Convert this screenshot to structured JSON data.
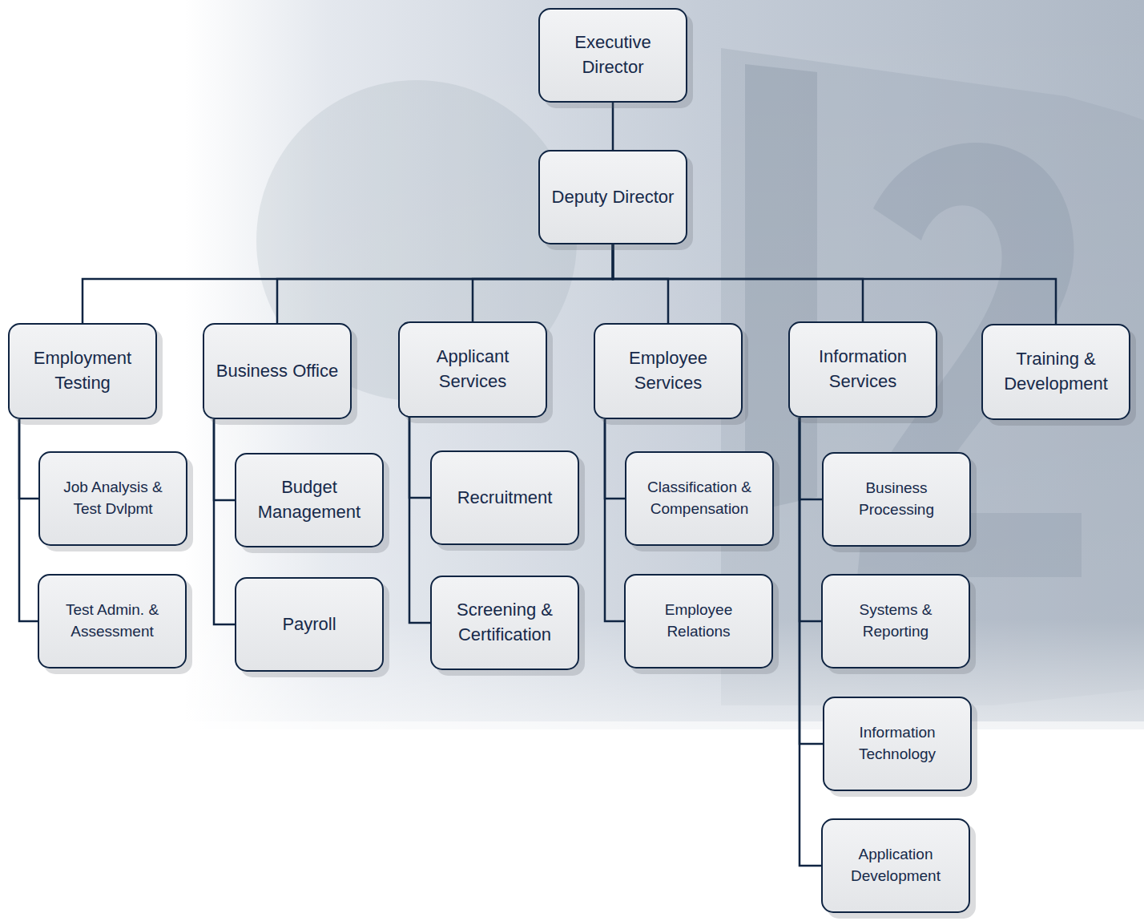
{
  "diagram": {
    "nodes": [
      {
        "text": [
          "Executive Director"
        ]
      },
      {
        "text": [
          "Deputy Director"
        ]
      },
      {
        "text": [
          "Employment Testing"
        ]
      },
      {
        "text": [
          "Job Analysis & Test Dvlpmt"
        ]
      },
      {
        "text": [
          "Test Admin. & Assessment"
        ]
      },
      {
        "text": [
          "Business Office"
        ]
      },
      {
        "text": [
          "Budget Management"
        ]
      },
      {
        "text": [
          "Payroll"
        ]
      },
      {
        "text": [
          "Applicant Services"
        ]
      },
      {
        "text": [
          "Recruitment"
        ]
      },
      {
        "text": [
          "Screening & Certification"
        ]
      },
      {
        "text": [
          "Employee Services"
        ]
      },
      {
        "text": [
          "Classification & Compensation"
        ]
      },
      {
        "text": [
          "Employee Relations"
        ]
      },
      {
        "text": [
          "Information Services"
        ]
      },
      {
        "text": [
          "Business Processing"
        ]
      },
      {
        "text": [
          "Systems & Reporting"
        ]
      },
      {
        "text": [
          "Information Technology"
        ]
      },
      {
        "text": [
          "Application Development"
        ]
      },
      {
        "text": [
          "Training & Development"
        ]
      }
    ],
    "edges": [
      {
        "from": 0,
        "to": 1,
        "arrow": "none"
      },
      {
        "from": 1,
        "to": 2,
        "arrow": "none"
      },
      {
        "from": 1,
        "to": 5,
        "arrow": "none"
      },
      {
        "from": 1,
        "to": 8,
        "arrow": "none"
      },
      {
        "from": 1,
        "to": 11,
        "arrow": "none"
      },
      {
        "from": 1,
        "to": 14,
        "arrow": "none"
      },
      {
        "from": 1,
        "to": 19,
        "arrow": "none"
      },
      {
        "from": 2,
        "to": 3,
        "arrow": "none"
      },
      {
        "from": 2,
        "to": 4,
        "arrow": "none"
      },
      {
        "from": 5,
        "to": 6,
        "arrow": "none"
      },
      {
        "from": 5,
        "to": 7,
        "arrow": "none"
      },
      {
        "from": 8,
        "to": 9,
        "arrow": "none"
      },
      {
        "from": 8,
        "to": 10,
        "arrow": "none"
      },
      {
        "from": 11,
        "to": 12,
        "arrow": "none"
      },
      {
        "from": 11,
        "to": 13,
        "arrow": "none"
      },
      {
        "from": 14,
        "to": 15,
        "arrow": "none"
      },
      {
        "from": 14,
        "to": 16,
        "arrow": "none"
      },
      {
        "from": 14,
        "to": 17,
        "arrow": "none"
      },
      {
        "from": 14,
        "to": 18,
        "arrow": "none"
      }
    ]
  }
}
